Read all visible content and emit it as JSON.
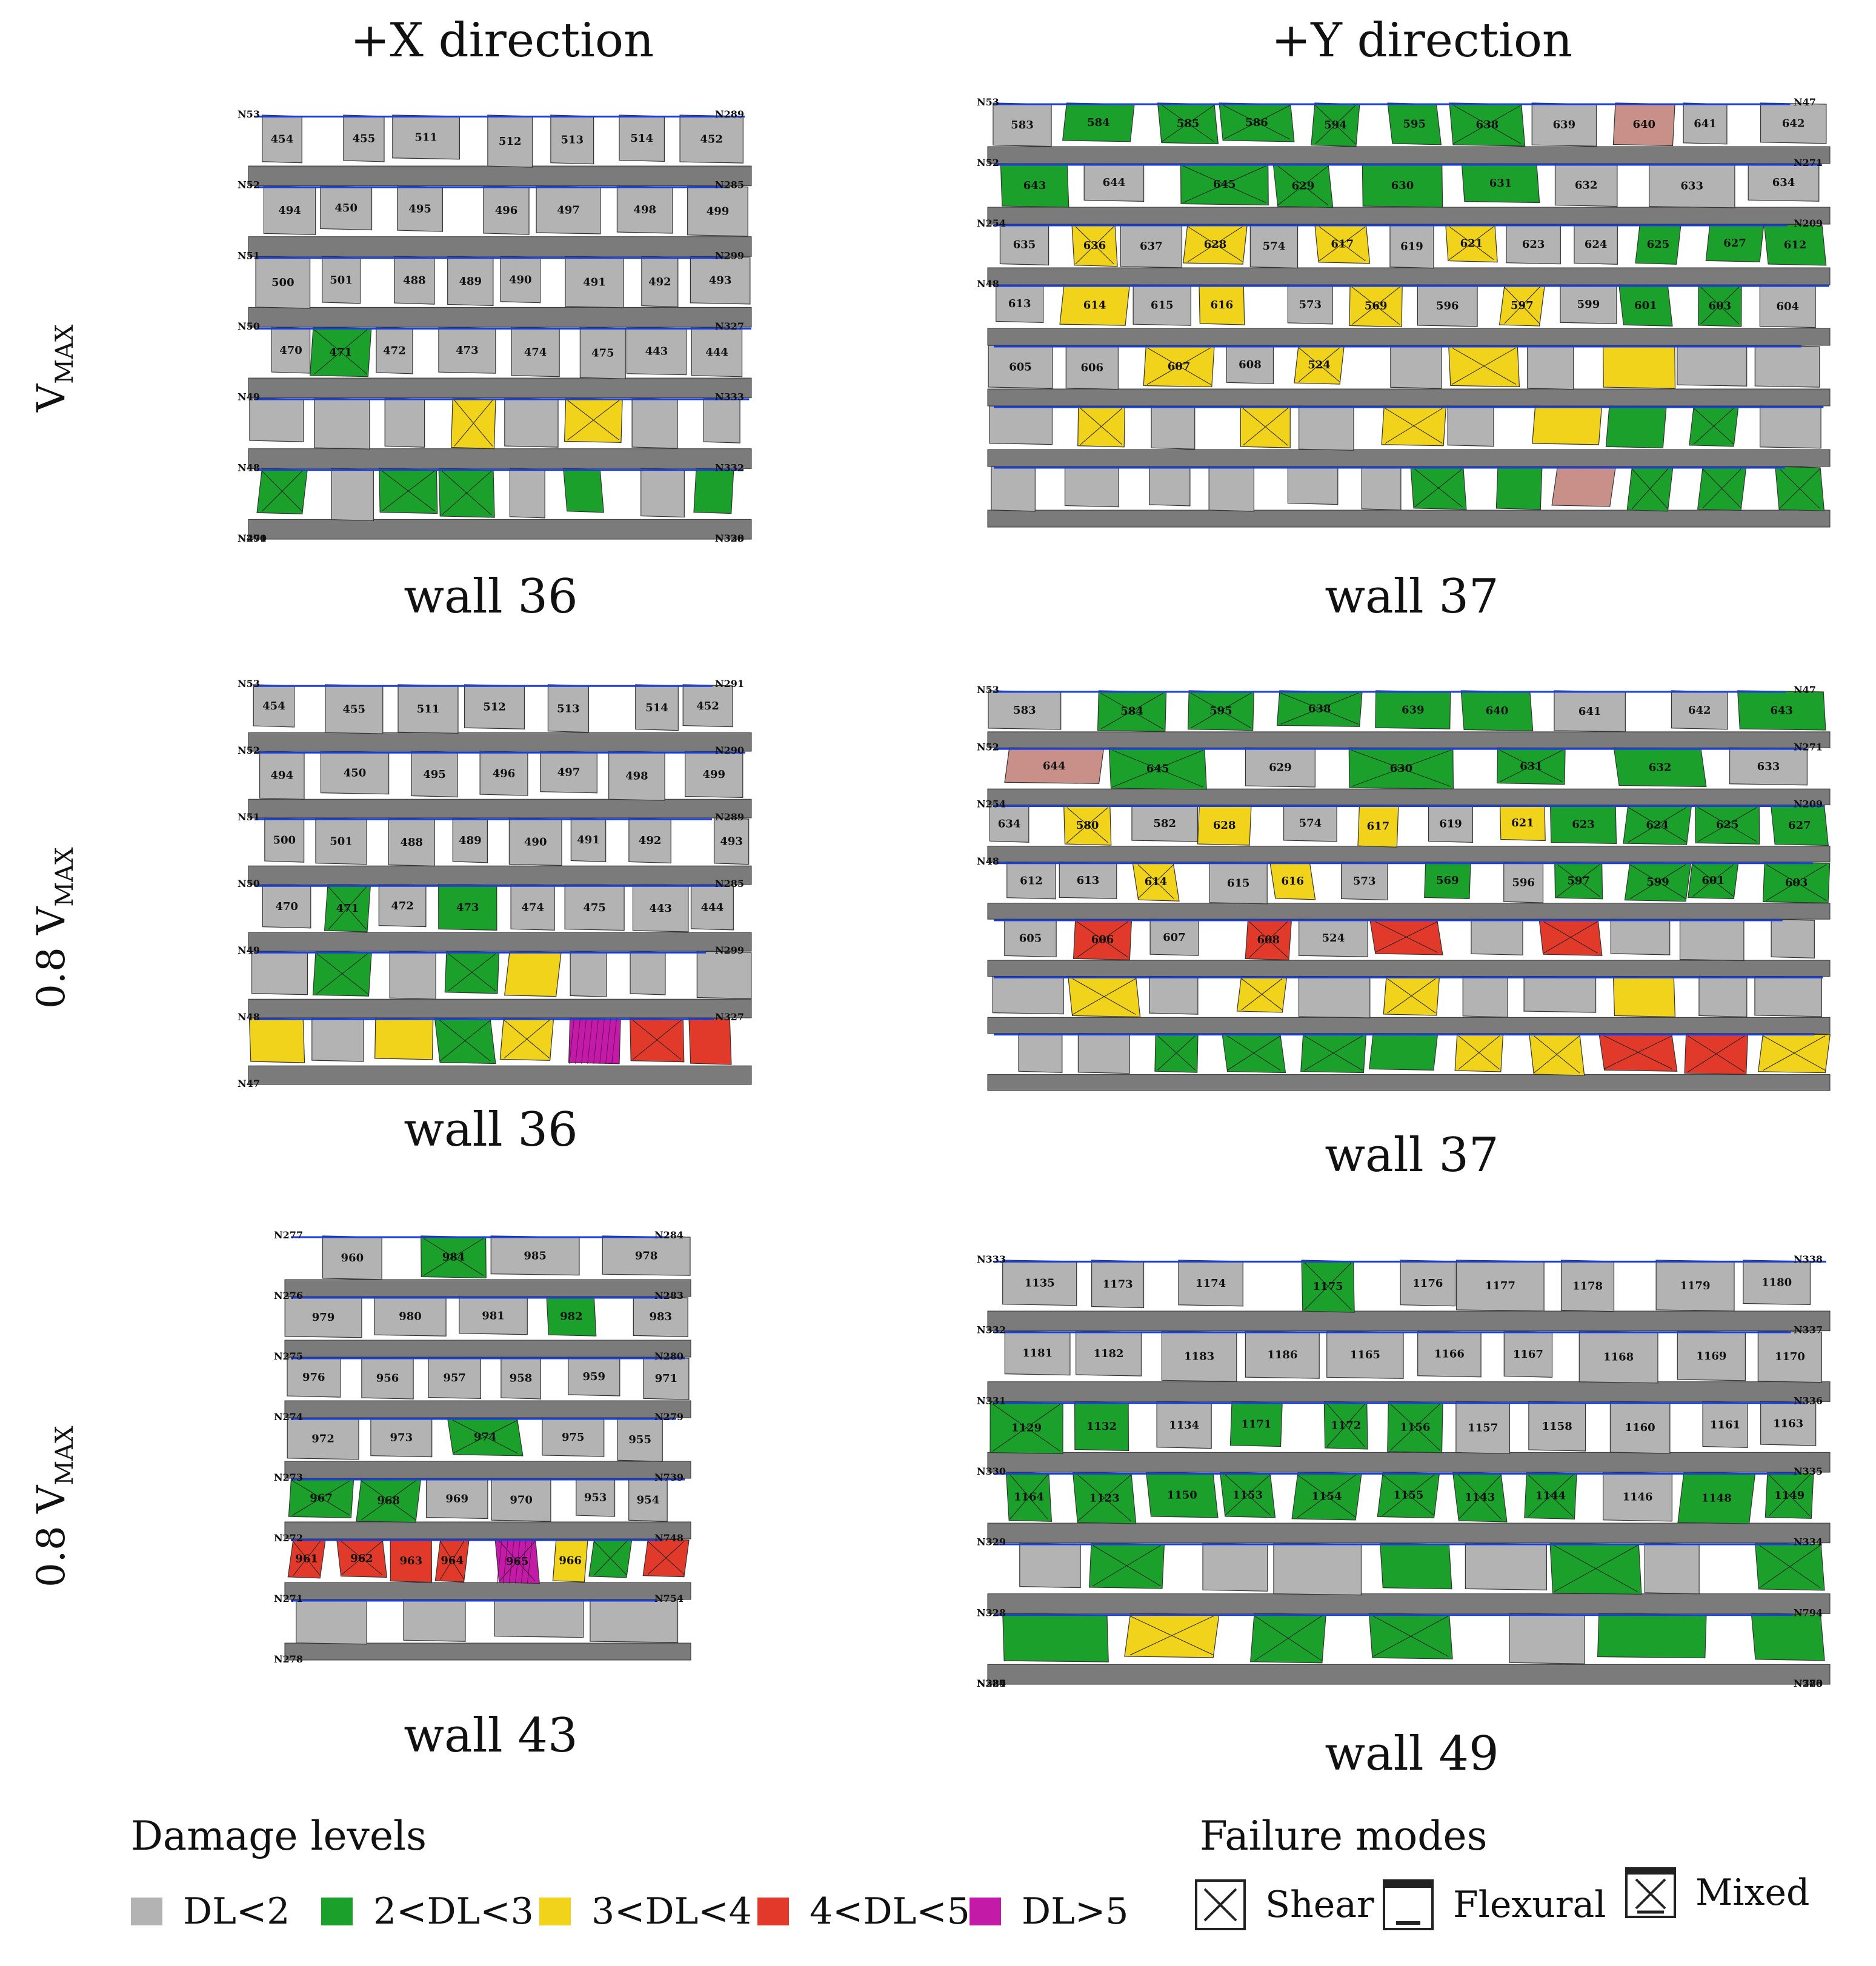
{
  "columns": {
    "x": "+X direction",
    "y": "+Y direction"
  },
  "rows": [
    {
      "main": "V",
      "sub": "MAX",
      "prefix": ""
    },
    {
      "main": "V",
      "sub": "MAX",
      "prefix": "0.8 "
    },
    {
      "main": "V",
      "sub": "MAX",
      "prefix": "0.8 "
    }
  ],
  "captions": [
    "wall 36",
    "wall 37",
    "wall 36",
    "wall 37",
    "wall 43",
    "wall 49"
  ],
  "legend": {
    "damage_title": "Damage levels",
    "damage": [
      {
        "label": "DL<2",
        "color": "#b3b3b3"
      },
      {
        "label": "2<DL<3",
        "color": "#1ca02c"
      },
      {
        "label": "3<DL<4",
        "color": "#f1d31b"
      },
      {
        "label": "4<DL<5",
        "color": "#e23a2a"
      },
      {
        "label": "DL>5",
        "color": "#c41aa8"
      }
    ],
    "failure_title": "Failure modes",
    "failure": [
      {
        "label": "Shear",
        "icon": "shear-icon"
      },
      {
        "label": "Flexural",
        "icon": "flexural-icon"
      },
      {
        "label": "Mixed",
        "icon": "mixed-icon"
      }
    ]
  },
  "walls": {
    "w36a": {
      "labels": [
        "454",
        "455",
        "511",
        "512",
        "513",
        "514",
        "452",
        "494",
        "450",
        "495",
        "496",
        "497",
        "498",
        "499",
        "500",
        "501",
        "488",
        "489",
        "490",
        "491",
        "492",
        "493",
        "470",
        "471",
        "472",
        "473",
        "474",
        "475",
        "443",
        "444"
      ],
      "nodes": [
        "N53",
        "N52",
        "N51",
        "N50",
        "N49",
        "N48",
        "N47",
        "N291",
        "N290",
        "N289",
        "N285",
        "N299",
        "N327",
        "N333",
        "N332",
        "N330",
        "N329",
        "N328"
      ]
    },
    "w37a": {
      "labels": [
        "583",
        "584",
        "585",
        "586",
        "594",
        "595",
        "638",
        "639",
        "640",
        "641",
        "642",
        "643",
        "644",
        "645",
        "629",
        "630",
        "631",
        "632",
        "633",
        "634",
        "635",
        "636",
        "637",
        "628",
        "574",
        "617",
        "619",
        "621",
        "623",
        "624",
        "625",
        "627",
        "612",
        "613",
        "614",
        "615",
        "616",
        "573",
        "569",
        "596",
        "597",
        "599",
        "601",
        "603",
        "604",
        "605",
        "606",
        "607",
        "608",
        "524"
      ],
      "nodes": [
        "N53",
        "N52",
        "N254",
        "N48",
        "N47",
        "N271",
        "N209"
      ]
    },
    "w36b": {
      "labels": [
        "454",
        "455",
        "511",
        "512",
        "513",
        "514",
        "452",
        "494",
        "450",
        "495",
        "496",
        "497",
        "498",
        "499",
        "500",
        "501",
        "488",
        "489",
        "490",
        "491",
        "492",
        "493",
        "470",
        "471",
        "472",
        "473",
        "474",
        "475",
        "443",
        "444"
      ],
      "nodes": [
        "N53",
        "N52",
        "N51",
        "N50",
        "N49",
        "N48",
        "N47",
        "N291",
        "N290",
        "N289",
        "N285",
        "N299",
        "N327"
      ]
    },
    "w37b": {
      "labels": [
        "583",
        "584",
        "595",
        "638",
        "639",
        "640",
        "641",
        "642",
        "643",
        "644",
        "645",
        "629",
        "630",
        "631",
        "632",
        "633",
        "634",
        "580",
        "582",
        "628",
        "574",
        "617",
        "619",
        "621",
        "623",
        "624",
        "625",
        "627",
        "612",
        "613",
        "614",
        "615",
        "616",
        "573",
        "569",
        "596",
        "597",
        "599",
        "601",
        "603",
        "605",
        "606",
        "607",
        "608",
        "524"
      ],
      "nodes": [
        "N53",
        "N52",
        "N254",
        "N48",
        "N47",
        "N271",
        "N209"
      ]
    },
    "w43": {
      "labels": [
        "960",
        "984",
        "985",
        "978",
        "979",
        "980",
        "981",
        "982",
        "983",
        "976",
        "956",
        "957",
        "958",
        "959",
        "971",
        "972",
        "973",
        "974",
        "975",
        "955",
        "967",
        "968",
        "969",
        "970",
        "953",
        "954",
        "961",
        "962",
        "963",
        "964",
        "965",
        "966"
      ],
      "nodes": [
        "N277",
        "N276",
        "N275",
        "N274",
        "N273",
        "N272",
        "N271",
        "N278",
        "N284",
        "N283",
        "N280",
        "N279",
        "N739",
        "N748",
        "N754"
      ]
    },
    "w49": {
      "labels": [
        "1135",
        "1173",
        "1174",
        "1175",
        "1176",
        "1177",
        "1178",
        "1179",
        "1180",
        "1181",
        "1182",
        "1183",
        "1186",
        "1165",
        "1166",
        "1167",
        "1168",
        "1169",
        "1170",
        "1129",
        "1132",
        "1134",
        "1171",
        "1172",
        "1156",
        "1157",
        "1158",
        "1160",
        "1161",
        "1163",
        "1164",
        "1123",
        "1150",
        "1153",
        "1154",
        "1155",
        "1143",
        "1144",
        "1146",
        "1148",
        "1149"
      ],
      "nodes": [
        "N333",
        "N332",
        "N331",
        "N330",
        "N329",
        "N328",
        "N327",
        "N284",
        "N283",
        "N339",
        "N338",
        "N337",
        "N336",
        "N335",
        "N334",
        "N794",
        "N780",
        "N278",
        "N323"
      ]
    }
  }
}
